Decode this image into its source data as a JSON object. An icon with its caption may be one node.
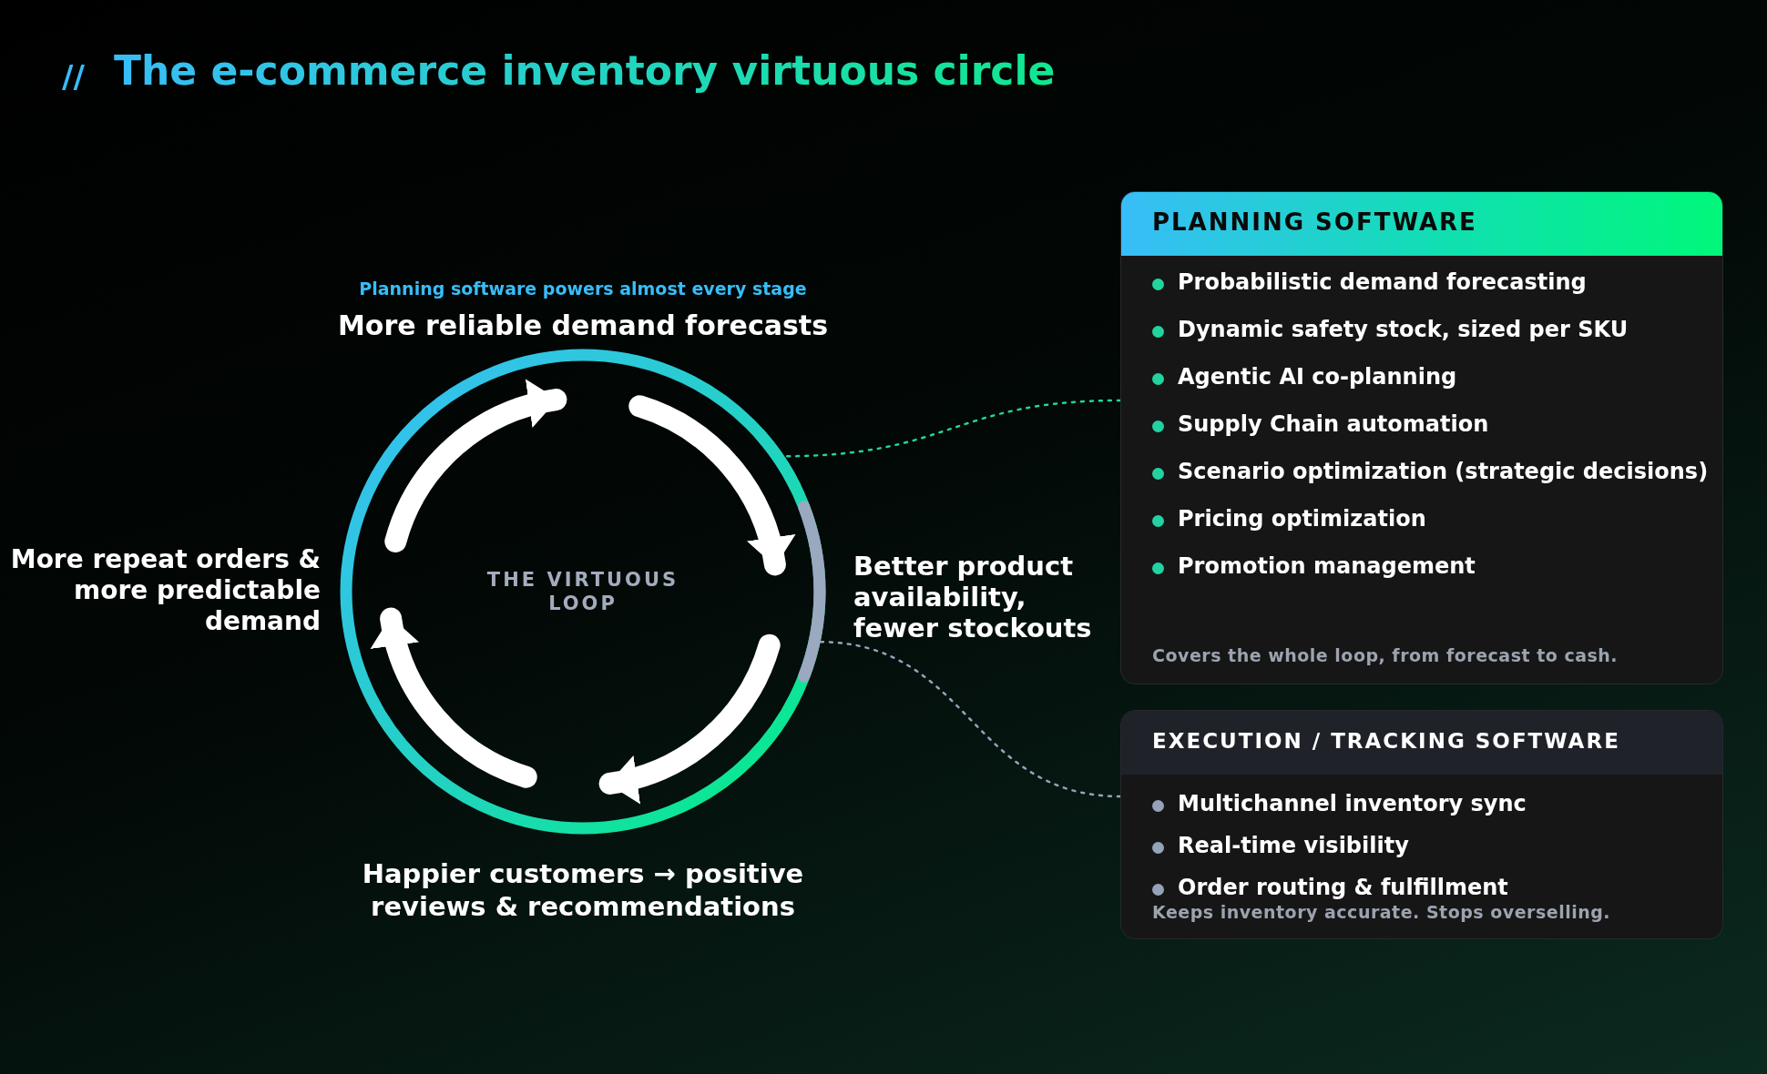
{
  "diagram": {
    "title": "The e-commerce inventory virtuous circle",
    "nodes": [
      {
        "text": [
          "THE VIRTUOUS LOOP"
        ]
      },
      {
        "text": [],
        "shape": "bar"
      },
      {
        "text": [],
        "shape": "bar"
      },
      {
        "text": [
          "PLANNING SOFTWARE",
          "Probabilistic demand forecasting",
          "Dynamic safety stock, sized per SKU",
          "Agentic AI co-planning",
          "Supply Chain automation",
          "Scenario optimization (strategic decisions)",
          "Pricing optimization",
          "Promotion management",
          "Covers the whole loop, from forecast to cash."
        ]
      },
      {
        "text": [
          "EXECUTION / TRACKING SOFTWARE",
          "Multichannel inventory sync",
          "Real-time visibility",
          "Order routing & fulfillment",
          "Keeps inventory accurate. Stops overselling."
        ]
      }
    ],
    "edges": [
      {
        "from": 3,
        "to": 1,
        "arrow": "none",
        "style": "dashed",
        "color": "#22d3a0"
      },
      {
        "from": 4,
        "to": 2,
        "arrow": "none",
        "style": "dashed",
        "color": "#94a3b8"
      }
    ],
    "labels": [
      "//",
      "Planning software powers almost every stage",
      "More reliable demand forecasts",
      "More repeat orders & more predictable demand",
      "Better product availability, fewer stockouts",
      "Happier customers → positive reviews & recommendations"
    ]
  }
}
